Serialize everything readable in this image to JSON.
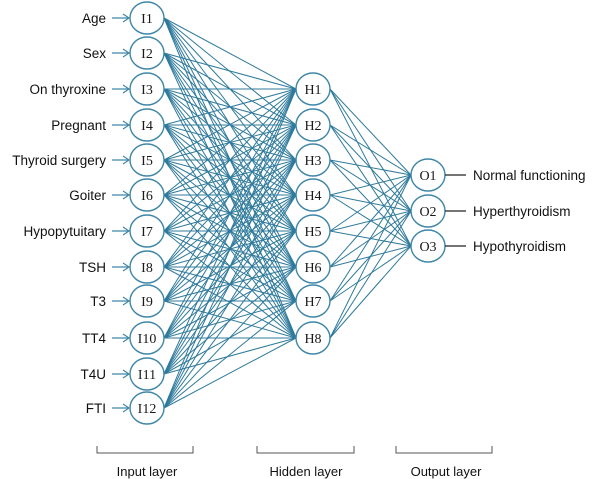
{
  "diagram": {
    "input_nodes": [
      "I1",
      "I2",
      "I3",
      "I4",
      "I5",
      "I6",
      "I7",
      "I8",
      "I9",
      "I10",
      "I11",
      "I12"
    ],
    "input_features": [
      "Age",
      "Sex",
      "On thyroxine",
      "Pregnant",
      "Thyroid surgery",
      "Goiter",
      "Hypopytuitary",
      "TSH",
      "T3",
      "TT4",
      "T4U",
      "FTI"
    ],
    "hidden_nodes": [
      "H1",
      "H2",
      "H3",
      "H4",
      "H5",
      "H6",
      "H7",
      "H8"
    ],
    "output_nodes": [
      "O1",
      "O2",
      "O3"
    ],
    "output_labels": [
      "Normal functioning",
      "Hyperthyroidism",
      "Hypothyroidism"
    ],
    "layer_labels": {
      "input": "Input layer",
      "hidden": "Hidden layer",
      "output": "Output layer"
    }
  },
  "colors": {
    "node_stroke": "#3f86a7",
    "connection": "#2f7a9c",
    "text": "#111111"
  }
}
